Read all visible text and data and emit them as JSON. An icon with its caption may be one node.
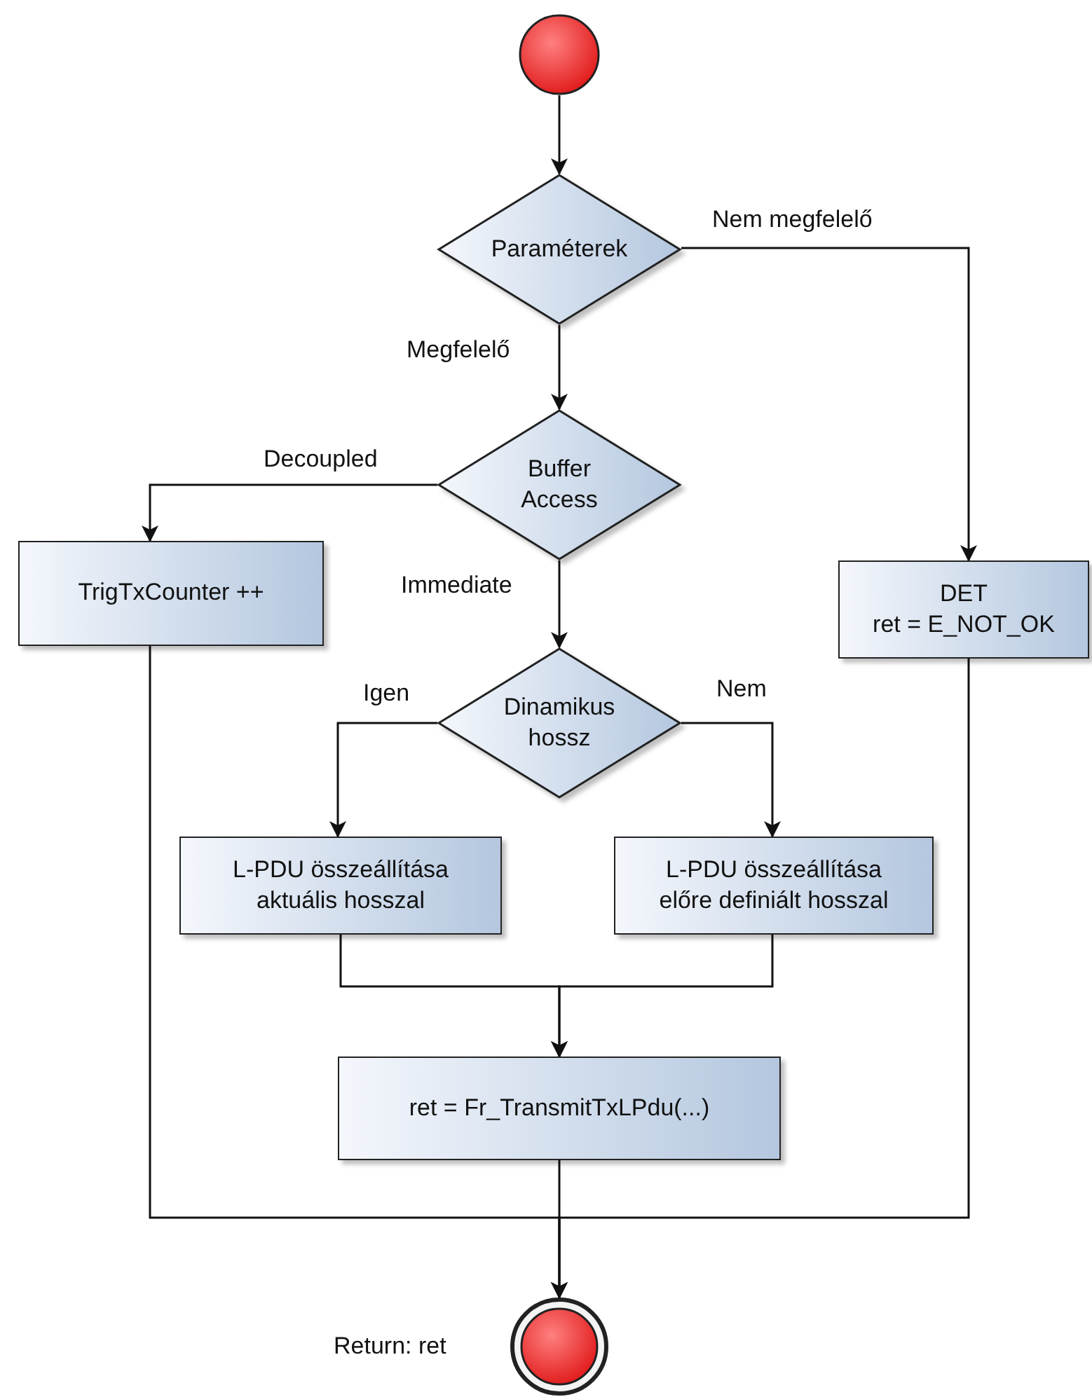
{
  "diagram": {
    "nodes": [
      {
        "text": [],
        "shape": "circle"
      },
      {
        "text": [
          "Paraméterek"
        ]
      },
      {
        "text": [
          "Buffer Access"
        ]
      },
      {
        "text": [
          "TrigTxCounter ++"
        ]
      },
      {
        "text": [
          "DET",
          "ret = E_NOT_OK"
        ]
      },
      {
        "text": [
          "Dinamikus hossz"
        ]
      },
      {
        "text": [
          "L-PDU összeállítása aktuális hosszal"
        ]
      },
      {
        "text": [
          "L-PDU összeállítása előre definiált hosszal"
        ]
      },
      {
        "text": [
          "ret = Fr_TransmitTxLPdu(...)"
        ]
      },
      {
        "text": [],
        "shape": "circle",
        "beside": [
          "Return: ret"
        ]
      }
    ],
    "edges": [
      {
        "from": 0,
        "to": 1,
        "arrow": "to"
      },
      {
        "from": 1,
        "to": 2,
        "arrow": "to",
        "label": "Megfelelő"
      },
      {
        "from": 1,
        "to": 4,
        "arrow": "to",
        "label": "Nem megfelelő"
      },
      {
        "from": 2,
        "to": 3,
        "arrow": "to",
        "label": "Decoupled"
      },
      {
        "from": 2,
        "to": 5,
        "arrow": "to",
        "label": "Immediate"
      },
      {
        "from": 5,
        "to": 6,
        "arrow": "to",
        "label": "Igen"
      },
      {
        "from": 5,
        "to": 7,
        "arrow": "to",
        "label": "Nem"
      },
      {
        "from": 6,
        "to": 8,
        "arrow": "to"
      },
      {
        "from": 7,
        "to": 8,
        "arrow": "to"
      },
      {
        "from": 8,
        "to": 9,
        "arrow": "to"
      },
      {
        "from": 3,
        "to": 9,
        "arrow": "to"
      },
      {
        "from": 4,
        "to": 9,
        "arrow": "to"
      }
    ]
  }
}
